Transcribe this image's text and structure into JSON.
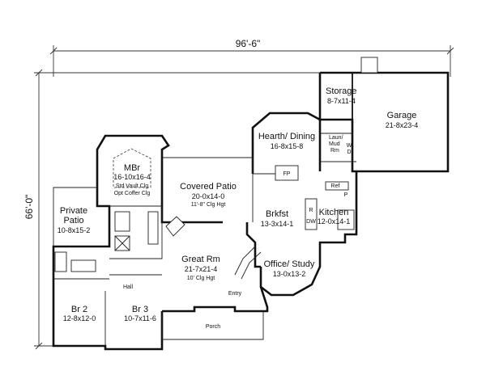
{
  "dimensions": {
    "overall_width": "96'-6\"",
    "overall_depth": "66'-0\""
  },
  "rooms": {
    "storage": {
      "name": "Storage",
      "size": "8-7x11-4"
    },
    "garage": {
      "name": "Garage",
      "size": "21-8x23-4"
    },
    "hearth": {
      "name": "Hearth/ Dining",
      "size": "16-8x15-8"
    },
    "laundry": {
      "line1": "Laun/",
      "line2": "Mud",
      "line3": "Rm"
    },
    "mbr": {
      "name": "MBr",
      "size": "16-10x16-4",
      "note1": "Std Vault Clg",
      "note2": "Opt Coffer Clg"
    },
    "covered_patio": {
      "name": "Covered Patio",
      "size": "20-0x14-0",
      "note": "11'-8\" Clg Hgt"
    },
    "private_patio": {
      "name": "Private",
      "name2": "Patio",
      "size": "10-8x15-2"
    },
    "brkfst": {
      "name": "Brkfst",
      "size": "13-3x14-1"
    },
    "kitchen": {
      "name": "Kitchen",
      "size": "12-0x14-1"
    },
    "great_rm": {
      "name": "Great Rm",
      "size": "21-7x21-4",
      "note": "10' Clg Hgt"
    },
    "office": {
      "name": "Office/ Study",
      "size": "13-0x13-2"
    },
    "br2": {
      "name": "Br 2",
      "size": "12-8x12-0"
    },
    "br3": {
      "name": "Br 3",
      "size": "10-7x11-6"
    },
    "hall": {
      "name": "Hall"
    },
    "entry": {
      "name": "Entry"
    },
    "porch": {
      "name": "Porch"
    }
  },
  "fixtures": {
    "fireplace": "FP",
    "ref": "Ref",
    "pantry": "P",
    "washer": "W",
    "dryer": "D",
    "range": "R",
    "dishwasher": "DW"
  }
}
